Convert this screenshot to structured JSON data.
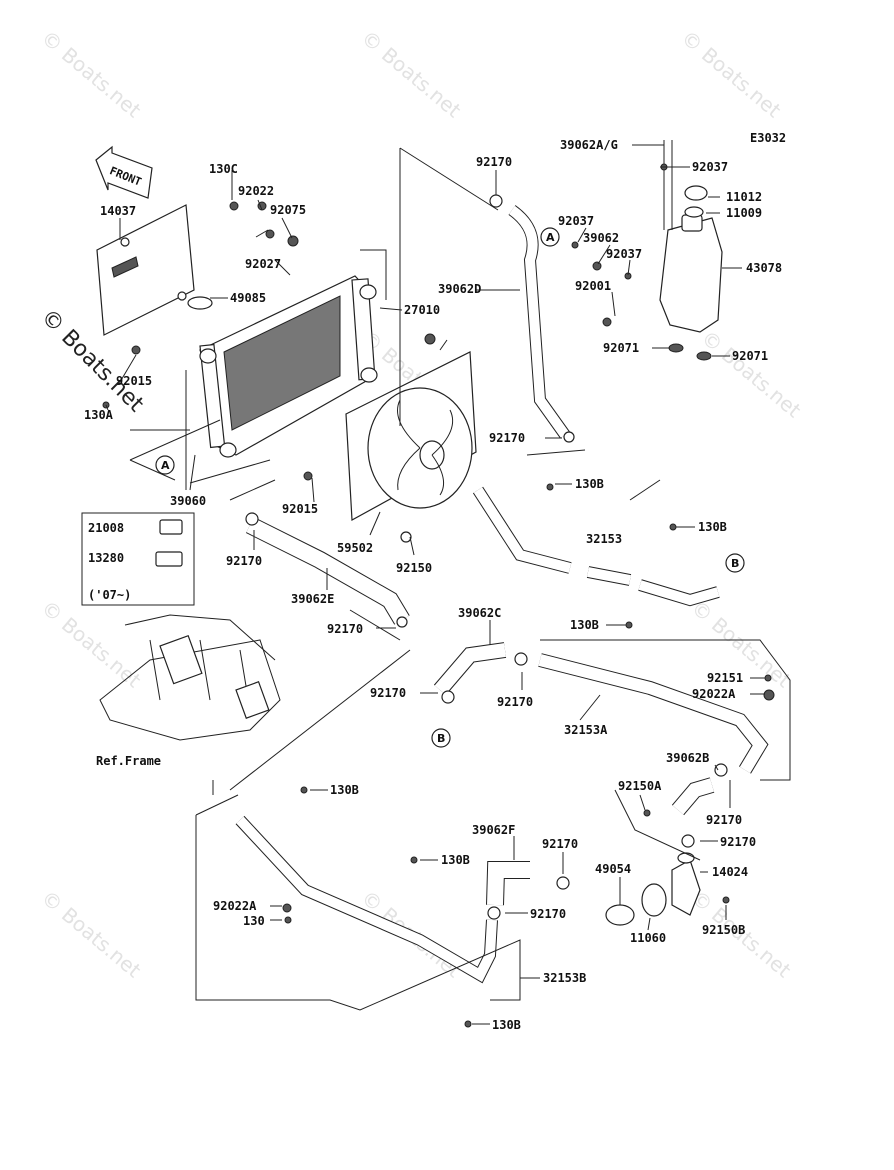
{
  "diagram_code": "E3032",
  "front_label": "FRONT",
  "ref_frame_label": "Ref.Frame",
  "note_year": "('07~)",
  "watermark": "© Boats.net",
  "callouts": {
    "a": "A",
    "b": "B"
  },
  "parts": {
    "p130C": "130C",
    "p92022": "92022",
    "p92075": "92075",
    "p92027": "92027",
    "p14037": "14037",
    "p49085": "49085",
    "p27010": "27010",
    "p92015a": "92015",
    "p130A": "130A",
    "p39060": "39060",
    "p92170a": "92170",
    "p39062D": "39062D",
    "p92170b": "92170",
    "p39062AG": "39062A/G",
    "p92037a": "92037",
    "p11012": "11012",
    "p11009": "11009",
    "p92037b": "92037",
    "p39062": "39062",
    "p92037c": "92037",
    "p43078": "43078",
    "p92001": "92001",
    "p92071a": "92071",
    "p92071b": "92071",
    "p130Ba": "130B",
    "p130Bb": "130B",
    "p32153": "32153",
    "p92015b": "92015",
    "p59502": "59502",
    "p92150": "92150",
    "p21008": "21008",
    "p13280": "13280",
    "p92170c": "92170",
    "p39062E": "39062E",
    "p92170d": "92170",
    "p39062C": "39062C",
    "p130Bc": "130B",
    "p92151": "92151",
    "p92022A": "92022A",
    "p92170e": "92170",
    "p92170f": "92170",
    "p32153A": "32153A",
    "p39062B": "39062B",
    "p92150A": "92150A",
    "p92170g": "92170",
    "p92170h": "92170",
    "p130Bd": "130B",
    "p39062F": "39062F",
    "p92170i": "92170",
    "p49054": "49054",
    "p14024": "14024",
    "p130Be": "130B",
    "p92022Ab": "92022A",
    "p130": "130",
    "p92170j": "92170",
    "p11060": "11060",
    "p92150B": "92150B",
    "p32153B": "32153B",
    "p130Bf": "130B"
  }
}
